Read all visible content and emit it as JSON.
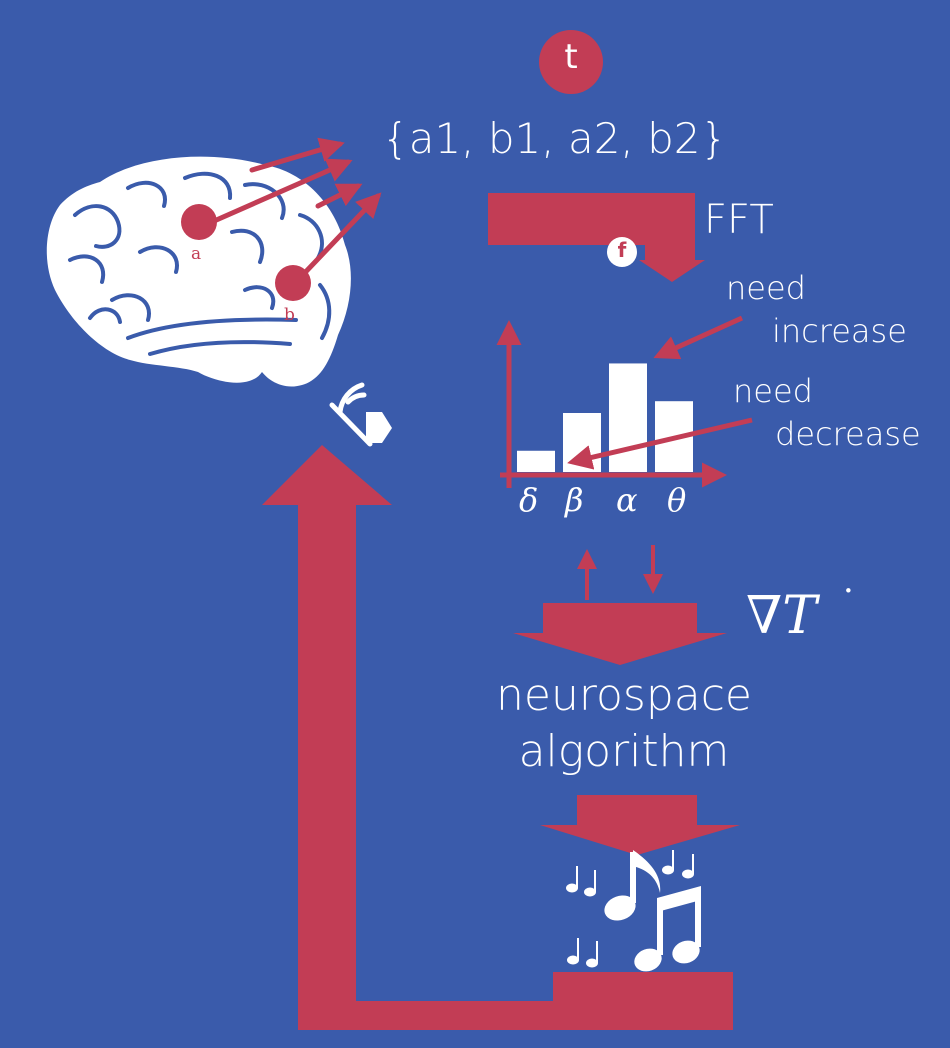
{
  "time_badge": "t",
  "frequency_badge": "f",
  "signal_set": "{a1, b1, a2, b2}",
  "electrodes": {
    "a": "a",
    "b": "b"
  },
  "fft_label": "FFT",
  "spectrum": {
    "need_increase": [
      "need",
      "increase"
    ],
    "need_decrease": [
      "need",
      "decrease"
    ],
    "bands": [
      {
        "symbol": "δ",
        "level": 0.18
      },
      {
        "symbol": "β",
        "level": 0.5
      },
      {
        "symbol": "α",
        "level": 0.92
      },
      {
        "symbol": "θ",
        "level": 0.6
      }
    ]
  },
  "gradient_label": "∇T",
  "gradient_dot": "·",
  "algorithm_label": [
    "neurospace",
    "algorithm"
  ],
  "icons": {
    "brain": "brain-icon",
    "muted_speaker": "muted-speaker-icon",
    "music_notes": "music-notes-icon"
  },
  "colors": {
    "background": "#3a5bab",
    "accent": "#c23d55",
    "foreground": "#ffffff"
  }
}
